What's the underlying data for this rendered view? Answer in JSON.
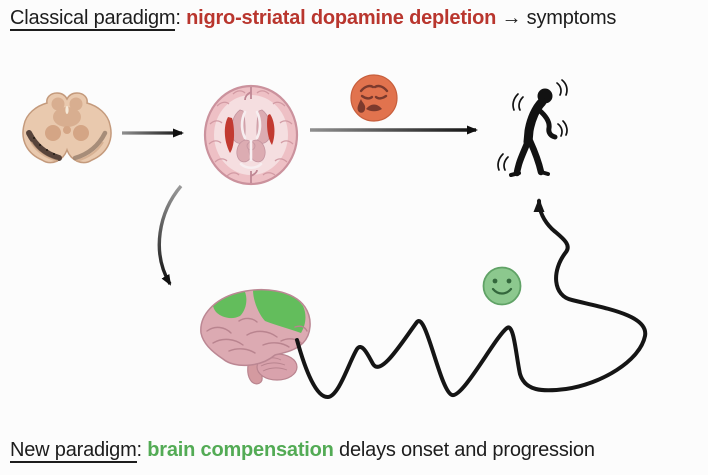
{
  "captions": {
    "top": {
      "lead": "Classical paradigm",
      "colon": ": ",
      "emphasis": "nigro-striatal dopamine depletion",
      "tail": " → symptoms",
      "emphasis_color": "#b9362e"
    },
    "bottom": {
      "lead": "New paradigm",
      "colon": ": ",
      "emphasis": "brain compensation",
      "tail": " delays onset and progression",
      "emphasis_color": "#53ab55"
    }
  },
  "icons": {
    "midbrain_section": "midbrain-cross-section-icon",
    "axial_brain": "axial-brain-striatum-icon",
    "sad_face": "sad-face-emoji",
    "stooped_person": "stooped-person-walking-icon",
    "curved_arrow": "curved-down-arrow-icon",
    "lateral_brain": "brain-lateral-compensation-icon",
    "happy_face": "happy-face-emoji",
    "winding_path": "winding-path-up-arrow-icon",
    "straight_arrow": "right-arrow-icon"
  },
  "colors": {
    "background": "#fcfcfc",
    "ink": "#1d1d1d",
    "red_accent": "#b9362e",
    "green_accent": "#53ab55",
    "emoji_orange": "#e1734e",
    "emoji_feature_brown": "#7c3a2d",
    "smiley_green_fill": "#8cc88e",
    "smiley_green_stroke": "#60a266",
    "compensation_green": "#63bd5c",
    "cortex_pink": "#eec0c5",
    "lateral_brain_pink": "#dcaab2",
    "striatum_red": "#c23a31",
    "midbrain_tan": "#e9c9ae"
  }
}
